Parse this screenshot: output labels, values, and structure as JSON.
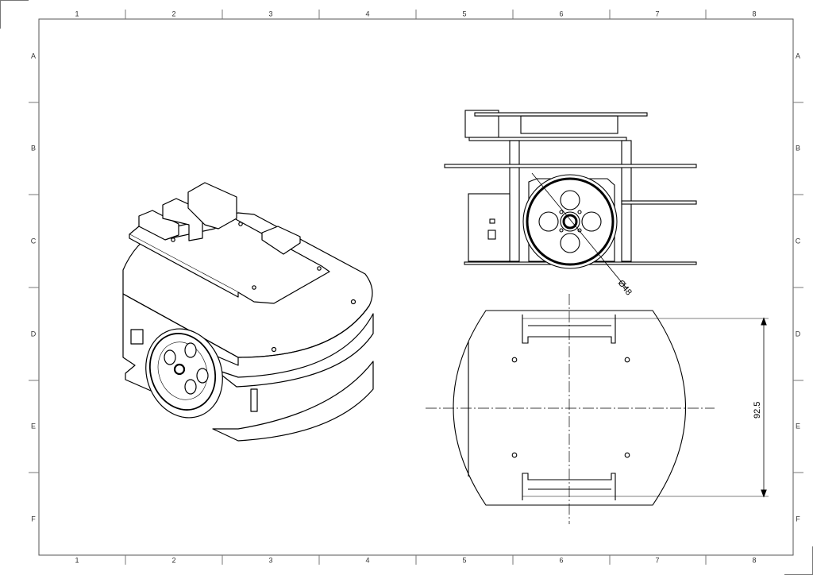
{
  "frame": {
    "columns": [
      "1",
      "2",
      "3",
      "4",
      "5",
      "6",
      "7",
      "8"
    ],
    "rows": [
      "A",
      "B",
      "C",
      "D",
      "E",
      "F"
    ]
  },
  "views": {
    "isometric": {
      "name": "robot-isometric-view"
    },
    "side": {
      "name": "robot-side-view",
      "wheel_diameter_label": "Ø48"
    },
    "top": {
      "name": "robot-top-view",
      "length_label": "92.5"
    }
  },
  "colors": {
    "line": "#000000",
    "frame": "#555555"
  }
}
